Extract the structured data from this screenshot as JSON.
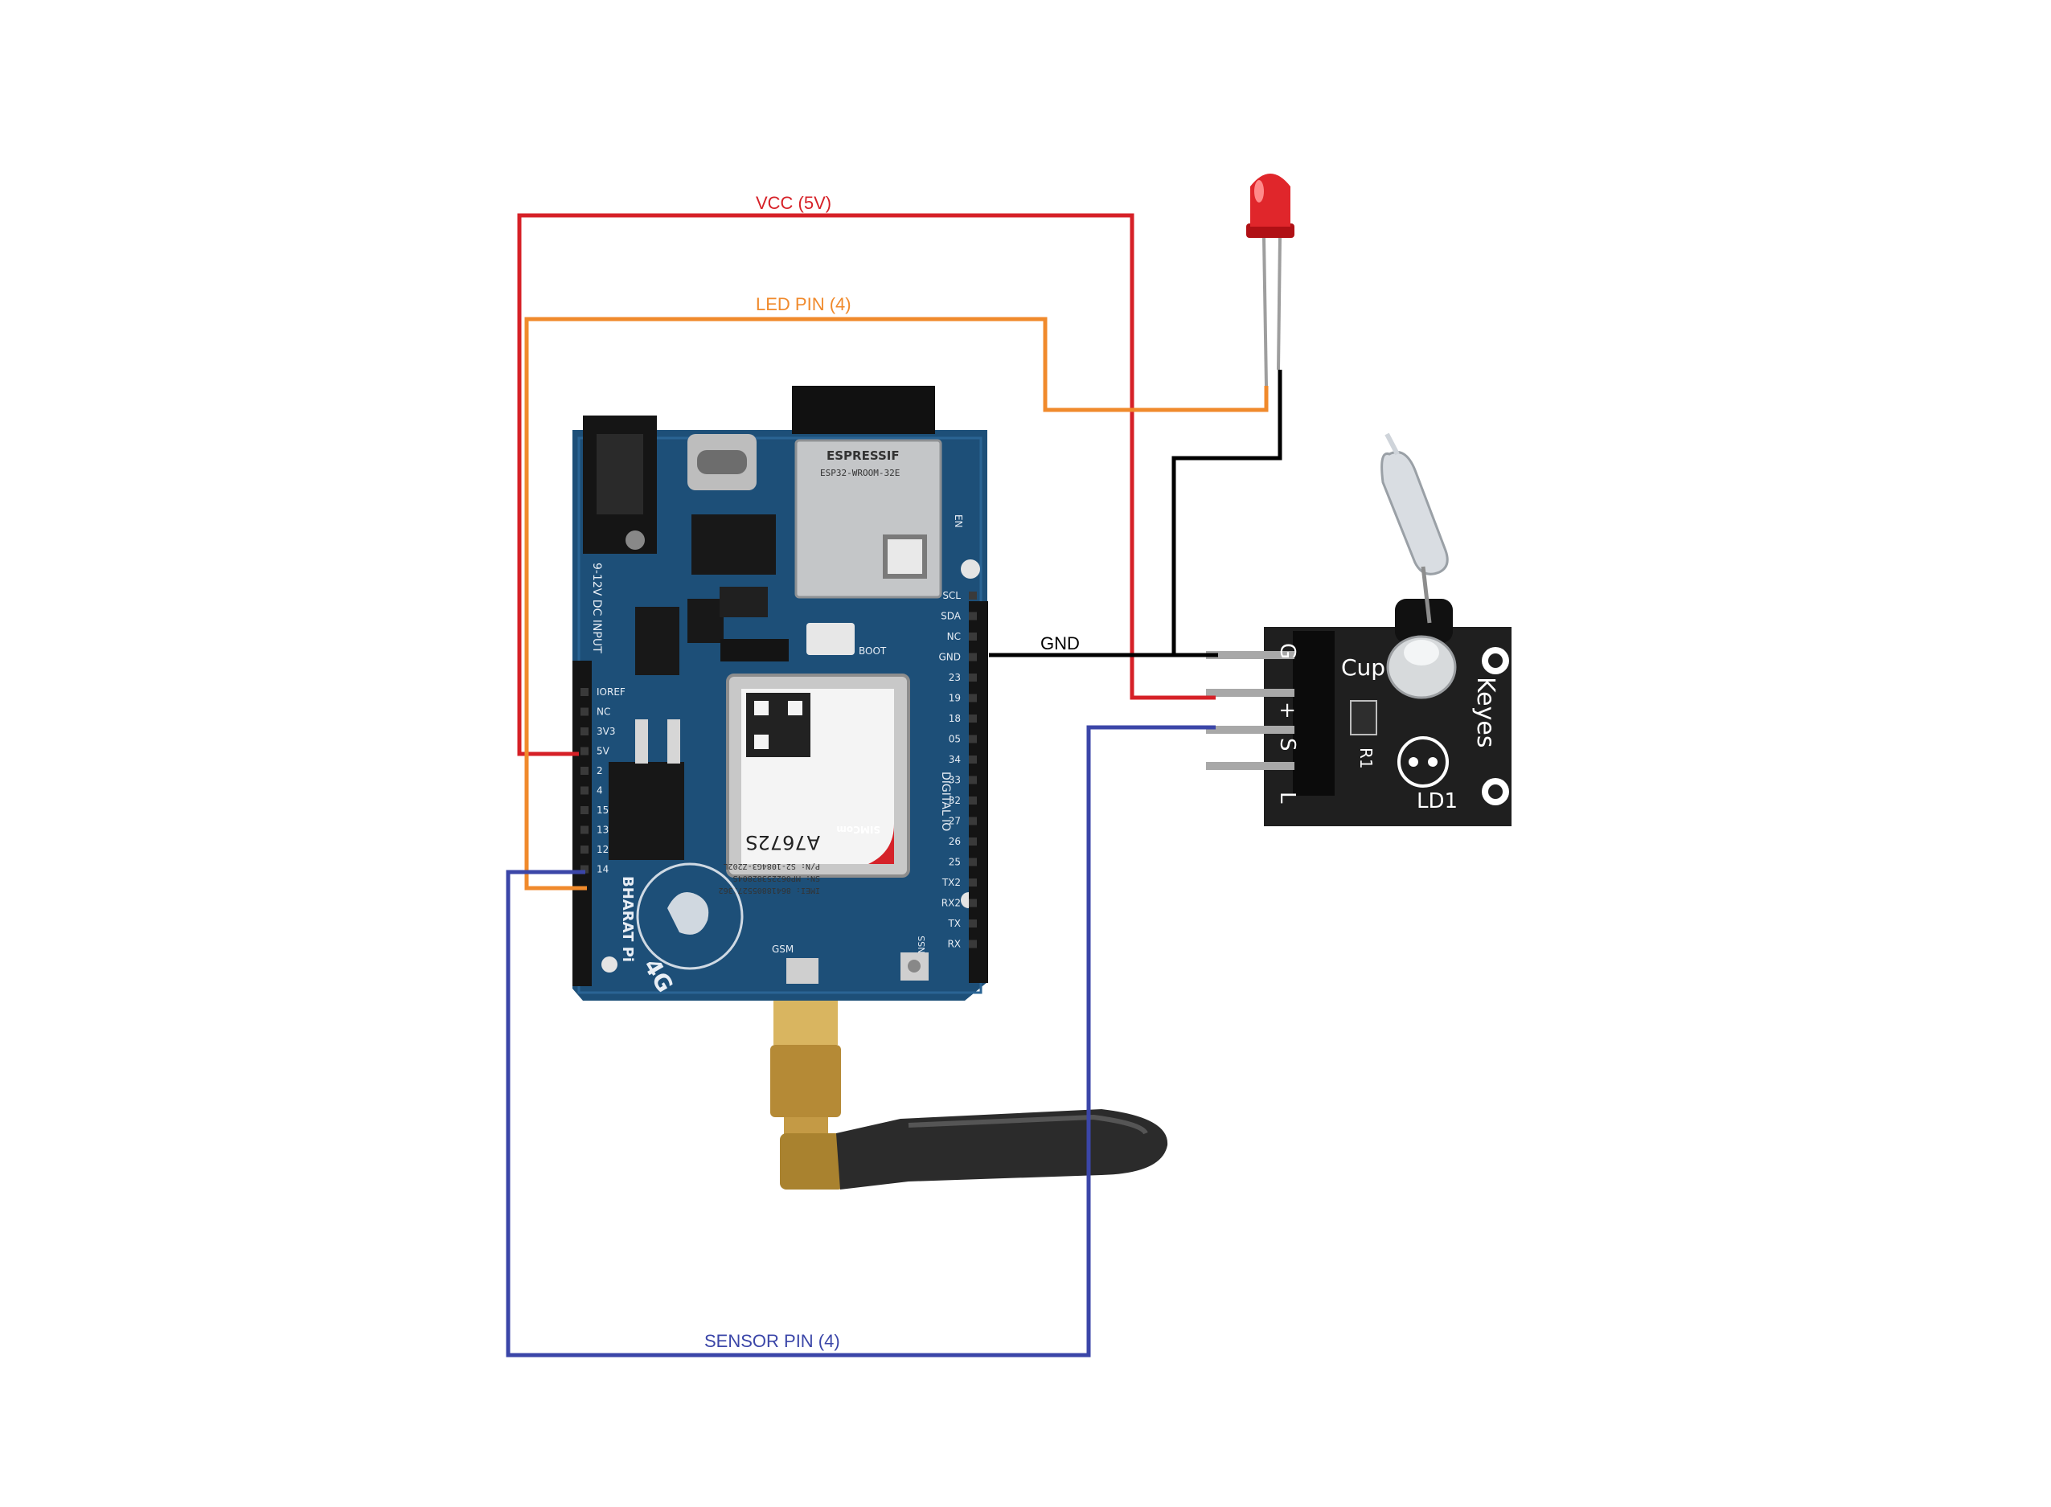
{
  "wires": {
    "vcc": {
      "label": "VCC (5V)",
      "color": "#d62027"
    },
    "led": {
      "label": "LED PIN (4)",
      "color": "#f08a2c"
    },
    "gnd": {
      "label": "GND",
      "color": "#000000"
    },
    "sensor": {
      "label": "SENSOR PIN (4)",
      "color": "#3b46a8"
    }
  },
  "board": {
    "wifi_module_brand": "ESPRESSIF",
    "wifi_module_model": "ESP32-WROOM-32E",
    "gsm_module_brand": "SIMCom",
    "gsm_module_model": "A7672S",
    "gsm_module_pn": "P/N: S2-1084G3-Z202L",
    "gsm_module_sn": "SN: MP06225382804S",
    "gsm_module_imei": "IMEI: 864188055271362",
    "brand": "BHARAT Pi",
    "network": "4G",
    "power_input_label": "9-12V DC INPUT",
    "digital_io_label": "DIGITAL IO",
    "boot_label": "BOOT",
    "en_label": "EN",
    "gsm_label": "GSM",
    "gnss_label": "GNSS",
    "left_header_pins": [
      "IOREF",
      "NC",
      "3V3",
      "5V",
      "2",
      "4",
      "15",
      "13",
      "12",
      "14"
    ],
    "right_header_pins": [
      "SCL",
      "SDA",
      "NC",
      "GND",
      "23",
      "19",
      "18",
      "05",
      "34",
      "33",
      "32",
      "27",
      "26",
      "25",
      "TX2",
      "RX2",
      "TX",
      "RX"
    ]
  },
  "sensor_module": {
    "brand": "Keyes",
    "pins": [
      "G",
      "+",
      "S",
      "L"
    ],
    "labels": {
      "cup": "Cup",
      "resistor": "R1",
      "led": "LD1"
    }
  }
}
